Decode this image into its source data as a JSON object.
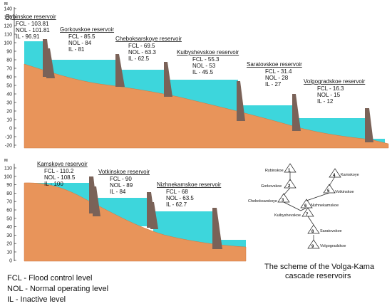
{
  "units": {
    "top": "м",
    "bottom": "м"
  },
  "top_axis": {
    "ticks": [
      "140",
      "130",
      "120",
      "110",
      "100",
      "90",
      "80",
      "70",
      "60",
      "50",
      "40",
      "30",
      "20",
      "10",
      "0",
      "-10",
      "-20"
    ]
  },
  "bottom_axis": {
    "ticks": [
      "110",
      "100",
      "90",
      "80",
      "70",
      "60",
      "50",
      "40",
      "30",
      "20",
      "10",
      "0"
    ]
  },
  "volga_reservoirs": [
    {
      "name": "Rybinskoe reservoir",
      "fcl": "FCL - 103.81",
      "nol": "NOL - 101.81",
      "il": "IL - 96.91"
    },
    {
      "name": "Gorkovskoe reservoir",
      "fcl": "FCL - 85.5",
      "nol": "NOL - 84",
      "il": "IL - 81"
    },
    {
      "name": "Cheboksarskoye reservoir",
      "fcl": "FCL - 69.5",
      "nol": "NOL - 63.3",
      "il": "IL - 62.5"
    },
    {
      "name": "Kuibyshevskoe reservoir",
      "fcl": "FCL - 55.3",
      "nol": "NOL - 53",
      "il": "IL - 45.5"
    },
    {
      "name": "Saratovskoe reservoir",
      "fcl": "FCL - 31.4",
      "nol": "NOL - 28",
      "il": "IL - 27"
    },
    {
      "name": "Volgogradskoe reservoir",
      "fcl": "FCL - 16.3",
      "nol": "NOL - 15",
      "il": "IL - 12"
    }
  ],
  "kama_reservoirs": [
    {
      "name": "Kamskoye reservoir",
      "fcl": "FCL - 110.2",
      "nol": "NOL - 108.5",
      "il": "IL - 100"
    },
    {
      "name": "Votkinskoe reservoir",
      "fcl": "FCL - 90",
      "nol": "NOL - 89",
      "il": "IL - 84"
    },
    {
      "name": "Nizhnekamskoe reservoir",
      "fcl": "FCL - 68",
      "nol": "NOL - 63.5",
      "il": "IL - 62.7"
    }
  ],
  "legend": [
    "FCL - Flood control level",
    "NOL - Normal operating level",
    "IL - Inactive level"
  ],
  "scheme": {
    "title_line1": "The scheme of the Volga-Kama",
    "title_line2": "cascade reservoirs",
    "nodes": [
      {
        "num": "1",
        "label": "Rybinskoe"
      },
      {
        "num": "2",
        "label": "Gorkovskoe"
      },
      {
        "num": "3",
        "label": "Cheboksarskoye"
      },
      {
        "num": "4",
        "label": "Kamskoye"
      },
      {
        "num": "5",
        "label": "Votkinskoe"
      },
      {
        "num": "6",
        "label": "Nizhnekamskoe"
      },
      {
        "num": "7",
        "label": "Kuibyshevskoe"
      },
      {
        "num": "8",
        "label": "Saratovskoe"
      },
      {
        "num": "9",
        "label": "Volgogradskoe"
      }
    ]
  },
  "colors": {
    "ground": "#e8945a",
    "water": "#3dd6dc",
    "dam": "#7a6258",
    "axis": "#333333"
  }
}
